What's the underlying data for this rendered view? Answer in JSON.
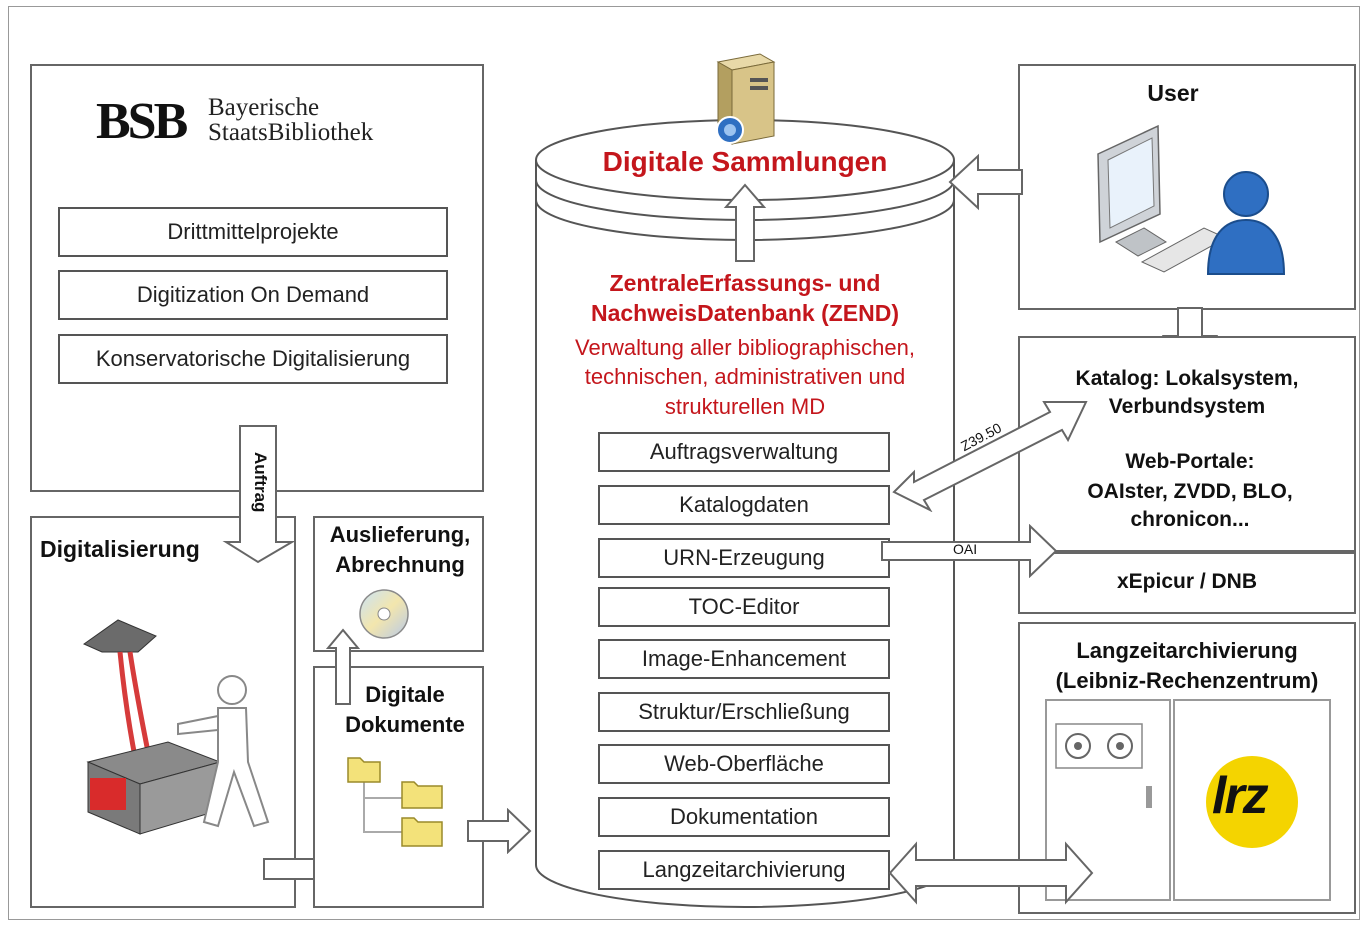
{
  "logo": {
    "letters": "BSB",
    "line1": "Bayerische",
    "line2": "StaatsBibliothek"
  },
  "left_boxes": [
    "Drittmittelprojekte",
    "Digitization On Demand",
    "Konservatorische Digitalisierung"
  ],
  "labels": {
    "auftrag": "Auftrag",
    "digitalisierung": "Digitalisierung",
    "auslieferung": "Auslieferung, Abrechnung",
    "digitale_dokumente": "Digitale Dokumente",
    "user": "User",
    "katalog": "Katalog: Lokalsystem, Verbundsystem",
    "webportale_title": "Web-Portale:",
    "webportale_items": "OAIster, ZVDD, BLO, chronicon...",
    "xepicur": "xEpicur / DNB",
    "langzeit_title": "Langzeitarchivierung",
    "langzeit_sub": "(Leibniz-Rechenzentrum)",
    "z3950": "Z39.50",
    "oai": "OAI",
    "lrz": "lrz"
  },
  "center": {
    "title": "Digitale Sammlungen",
    "zend_line1": "ZentraleErfassungs- und",
    "zend_line2": "NachweisDatenbank (ZEND)",
    "desc_line1": "Verwaltung aller bibliographischen,",
    "desc_line2": "technischen, administrativen und",
    "desc_line3": "strukturellen MD",
    "modules": [
      "Auftragsverwaltung",
      "Katalogdaten",
      "URN-Erzeugung",
      "TOC-Editor",
      "Image-Enhancement",
      "Struktur/Erschließung",
      "Web-Oberfläche",
      "Dokumentation",
      "Langzeitarchivierung"
    ]
  },
  "colors": {
    "accent_red": "#c4161c",
    "user_blue": "#2f6fc2",
    "lrz_yellow": "#f4d400"
  }
}
